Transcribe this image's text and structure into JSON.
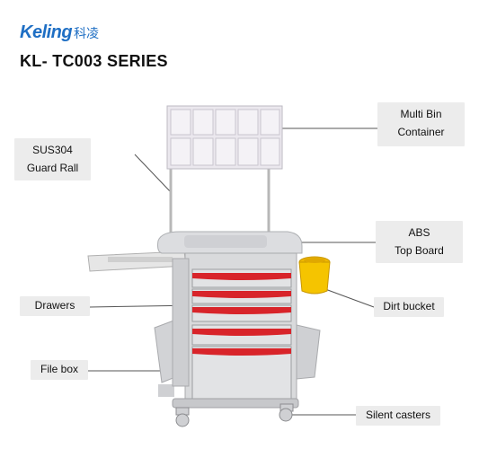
{
  "brand": {
    "logo_text": "Keling",
    "logo_cn": "科凌"
  },
  "title": "KL- TC003 SERIES",
  "callouts": {
    "multi_bin": [
      "Multi Bin",
      "Container"
    ],
    "guard_rail": [
      "SUS304",
      "Guard Rall"
    ],
    "abs_top": [
      "ABS",
      "Top Board"
    ],
    "drawers": "Drawers",
    "dirt_bucket": "Dirt bucket",
    "file_box": "File box",
    "silent_casters": "Silent casters"
  },
  "colors": {
    "brand_blue": "#1f6fc4",
    "drawer_red": "#d8242a",
    "bucket_yellow": "#f5c400",
    "cart_grey": "#d9dadc",
    "label_bg": "#ececec"
  }
}
